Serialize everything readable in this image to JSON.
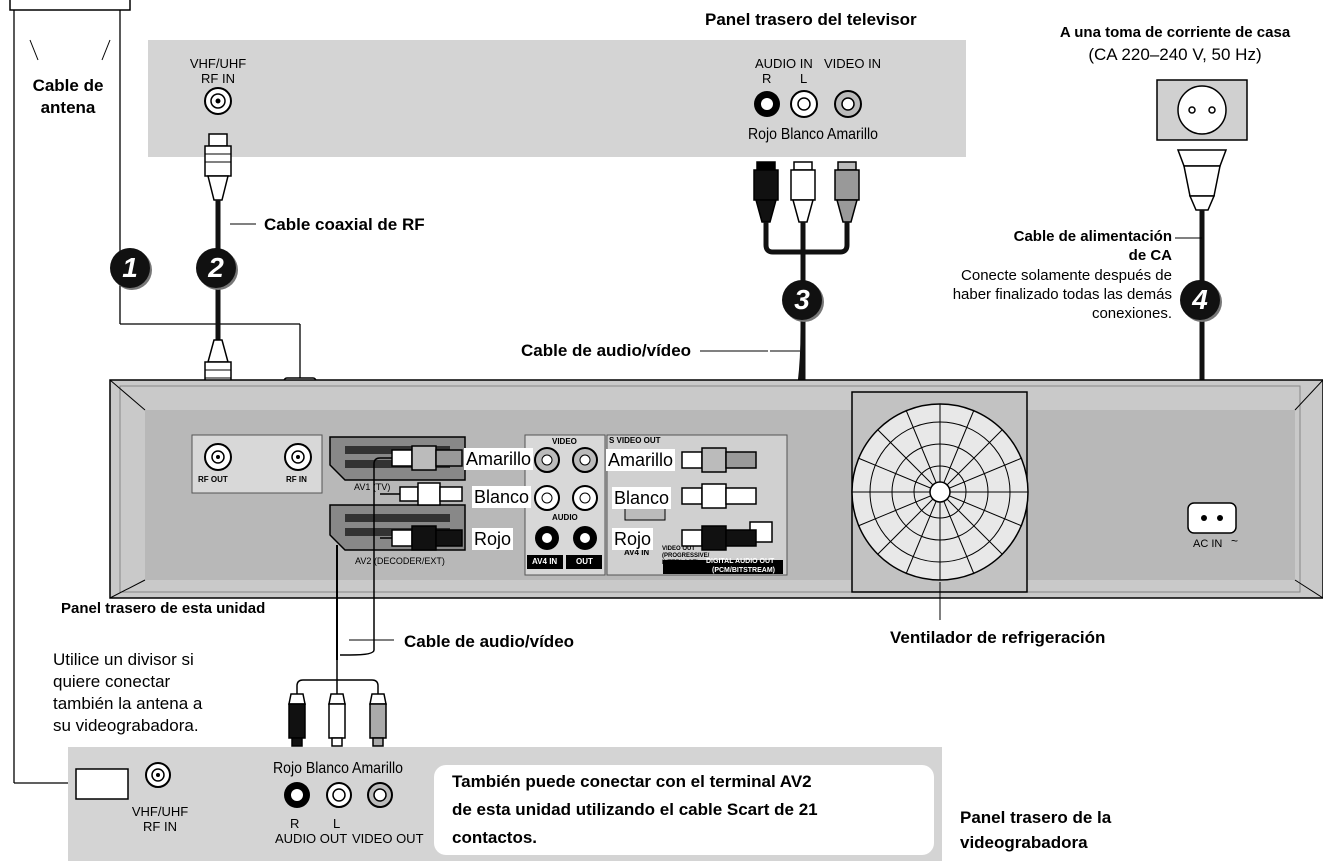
{
  "labels": {
    "tv_panel": "Panel trasero del televisor",
    "outlet_line1": "A una toma de corriente de casa",
    "outlet_line2": "(CA 220–240 V, 50 Hz)",
    "antenna_cable_line1": "Cable de",
    "antenna_cable_line2": "antena",
    "tv_rf_line1": "VHF/UHF",
    "tv_rf_line2": "RF IN",
    "tv_audio_in": "AUDIO IN",
    "tv_video_in": "VIDEO IN",
    "tv_r": "R",
    "tv_l": "L",
    "tv_colors": "Rojo Blanco Amarillo",
    "coaxial_cable": "Cable coaxial de  RF",
    "power_cable_line1": "Cable de alimentación",
    "power_cable_line2": "de CA",
    "power_note_line1": "Conecte solamente después de",
    "power_note_line2": "haber finalizado todas las demás",
    "power_note_line3": "conexiones.",
    "av_cable_top": "Cable de audio/vídeo",
    "rf_out": "RF OUT",
    "rf_in": "RF IN",
    "av1": "AV1 (TV)",
    "av2": "AV2  (DECODER/EXT)",
    "video_group": "VIDEO",
    "audio_group": "AUDIO",
    "s_video_out": "S VIDEO OUT",
    "av4_in_small": "AV4 IN",
    "av4_in": "AV4 IN",
    "out": "OUT",
    "component_out": "VIDEO OUT (PROGRESSIVE/ INTERLACE)",
    "digital_audio_out_line1": "DIGITAL AUDIO OUT",
    "digital_audio_out_line2": "(PCM/BITSTREAM)",
    "ac_in": "AC  IN",
    "tag_amarillo_left": "Amarillo",
    "tag_blanco_left": "Blanco",
    "tag_rojo_left": "Rojo",
    "tag_amarillo_right": "Amarillo",
    "tag_blanco_right": "Blanco",
    "tag_rojo_right": "Rojo",
    "unit_panel": "Panel trasero de esta unidad",
    "av_cable_bottom": "Cable de audio/vídeo",
    "fan": "Ventilador de refrigeración",
    "splitter_line1": "Utilice un divisor si",
    "splitter_line2": "quiere conectar",
    "splitter_line3": "también la antena a",
    "splitter_line4": "su videograbadora.",
    "vcr_rf_line1": "VHF/UHF",
    "vcr_rf_line2": "RF IN",
    "vcr_colors": "Rojo Blanco Amarillo",
    "vcr_r": "R",
    "vcr_l": "L",
    "vcr_audio_out": "AUDIO OUT",
    "vcr_video_out": "VIDEO OUT",
    "scart_note_line1": "También puede conectar con el terminal AV2",
    "scart_note_line2": "de esta unidad utilizando el cable Scart de 21",
    "scart_note_line3": "contactos.",
    "vcr_panel_line1": "Panel trasero de la",
    "vcr_panel_line2": "videograbadora"
  },
  "steps": [
    "1",
    "2",
    "3",
    "4"
  ],
  "colors": {
    "panel_gray": "#d4d4d4",
    "unit_gray": "#c9c9c9",
    "unit_inner": "#b8b8b8",
    "cable": "#111111"
  }
}
